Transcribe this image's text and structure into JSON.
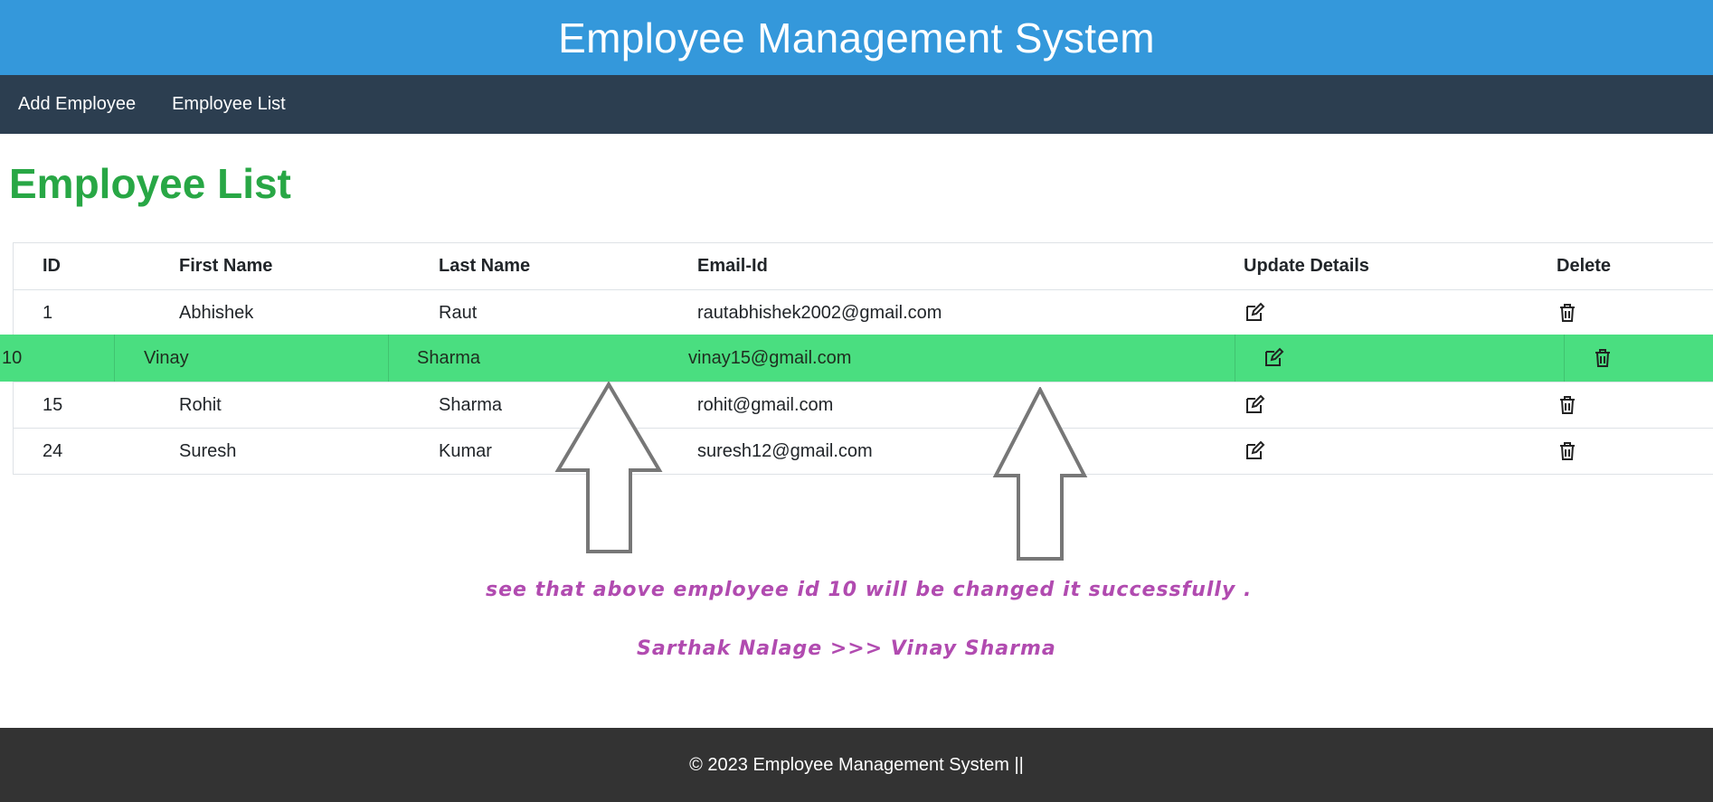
{
  "header": {
    "title": "Employee Management System"
  },
  "nav": {
    "items": [
      "Add Employee",
      "Employee List"
    ]
  },
  "page": {
    "title": "Employee List"
  },
  "table": {
    "columns": [
      "ID",
      "First Name",
      "Last Name",
      "Email-Id",
      "Update Details",
      "Delete"
    ],
    "rows": [
      {
        "id": "1",
        "first": "Abhishek",
        "last": "Raut",
        "email": "rautabhishek2002@gmail.com"
      },
      {
        "id": "10",
        "first": "Vinay",
        "last": "Sharma",
        "email": "vinay15@gmail.com"
      },
      {
        "id": "15",
        "first": "Rohit",
        "last": "Sharma",
        "email": "rohit@gmail.com"
      },
      {
        "id": "24",
        "first": "Suresh",
        "last": "Kumar",
        "email": "suresh12@gmail.com"
      }
    ],
    "highlight_color": "#4ade80"
  },
  "annotation": {
    "line1": "see that above employee id 10 will be changed it successfully .",
    "line2": "Sarthak Nalage >>>  Vinay Sharma",
    "color": "#b14bb0"
  },
  "footer": {
    "text": "© 2023 Employee Management System ||"
  },
  "icons": {
    "update": "edit-icon",
    "delete": "trash-icon"
  }
}
